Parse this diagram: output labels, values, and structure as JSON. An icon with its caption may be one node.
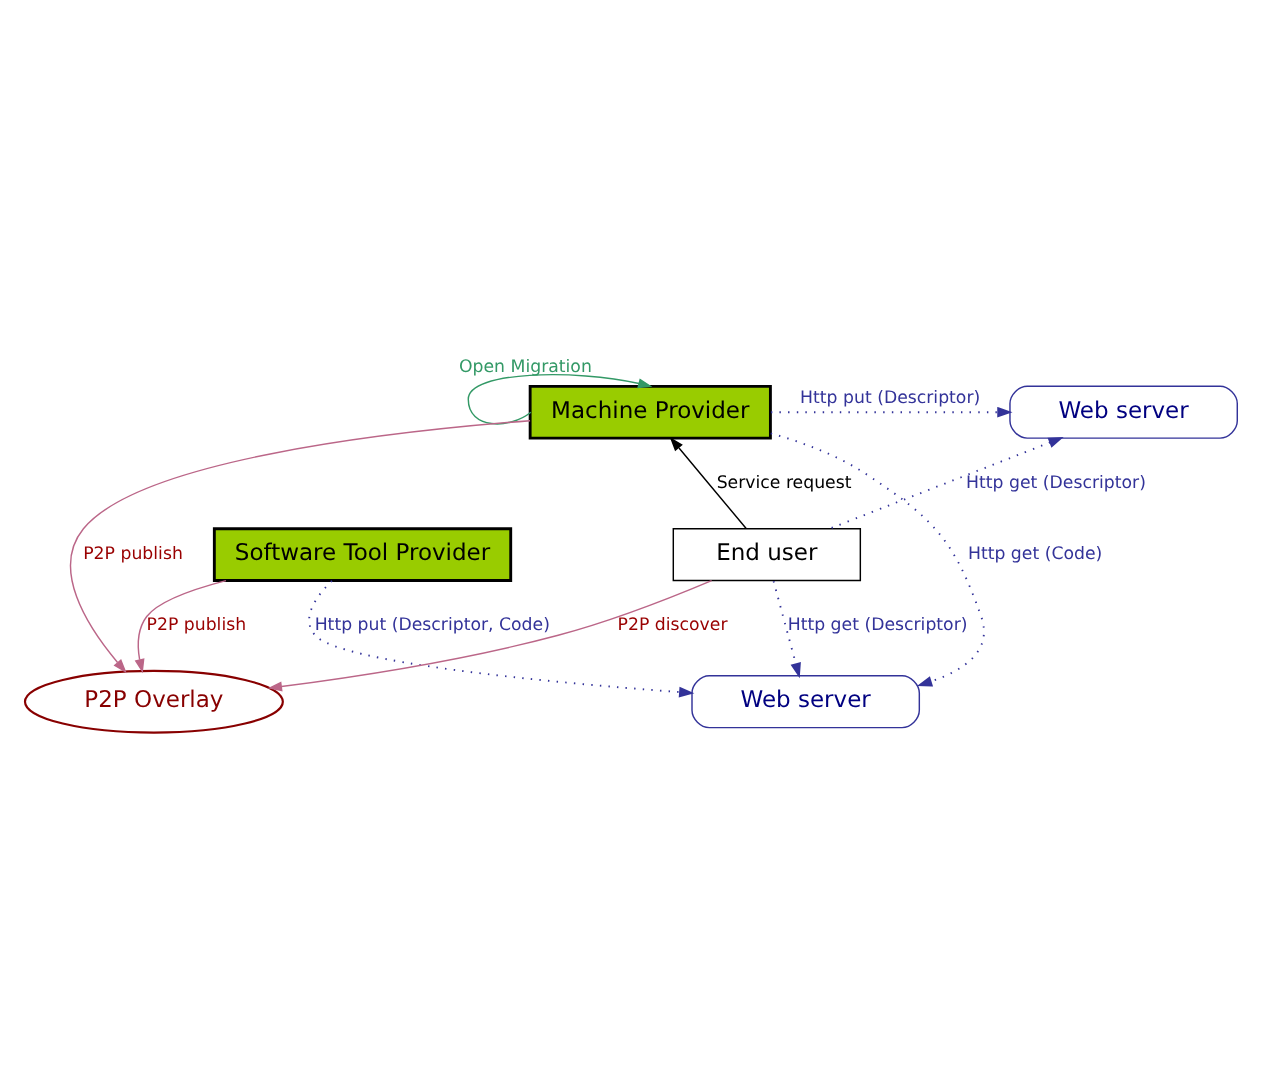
{
  "diagram": {
    "nodes": [
      {
        "text": [
          "Machine Provider"
        ]
      },
      {
        "text": [
          "Web server"
        ]
      },
      {
        "text": [
          "Software Tool Provider"
        ]
      },
      {
        "text": [
          "End user"
        ]
      },
      {
        "text": [
          "P2P Overlay"
        ]
      },
      {
        "text": [
          "Web server"
        ]
      }
    ],
    "edges": [
      {
        "from": 0,
        "to": 0,
        "arrow": "to",
        "label": "Open Migration",
        "color": "#339966"
      },
      {
        "from": 0,
        "to": 1,
        "arrow": "to",
        "label": "Http put (Descriptor)",
        "style": "dashed"
      },
      {
        "from": 3,
        "to": 0,
        "arrow": "to",
        "label": "Service request",
        "color": "#000000"
      },
      {
        "from": 3,
        "to": 1,
        "arrow": "to",
        "label": "Http get (Descriptor)",
        "style": "dashed"
      },
      {
        "from": 0,
        "to": 5,
        "arrow": "to",
        "label": "Http get (Code)",
        "style": "dashed"
      },
      {
        "from": 0,
        "to": 4,
        "arrow": "to",
        "label": "P2P publish",
        "color": "#bb6688"
      },
      {
        "from": 2,
        "to": 4,
        "arrow": "to",
        "label": "P2P publish",
        "color": "#bb6688"
      },
      {
        "from": 3,
        "to": 4,
        "arrow": "to",
        "label": "P2P discover",
        "color": "#bb6688"
      },
      {
        "from": 2,
        "to": 5,
        "arrow": "to",
        "label": "Http put (Descriptor, Code)",
        "style": "dashed"
      },
      {
        "from": 3,
        "to": 5,
        "arrow": "to",
        "label": "Http get (Descriptor)",
        "style": "dashed"
      }
    ]
  }
}
